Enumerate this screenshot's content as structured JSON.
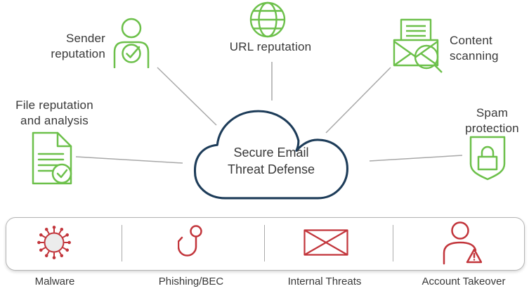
{
  "colors": {
    "green": "#6cc04a",
    "red": "#c2353b",
    "navy": "#1d3c59",
    "line_gray": "#a8a8a8",
    "text": "#383838",
    "bar_border": "#b5b5b5",
    "divider": "#ababab",
    "virus_fill": "#ececec"
  },
  "cloud": {
    "title_line1": "Secure Email",
    "title_line2": "Threat Defense"
  },
  "features": [
    {
      "id": "sender-reputation",
      "label_line1": "Sender",
      "label_line2": "reputation",
      "icon": "person-check-icon"
    },
    {
      "id": "url-reputation",
      "label_line1": "URL reputation",
      "label_line2": "",
      "icon": "globe-icon"
    },
    {
      "id": "content-scanning",
      "label_line1": "Content",
      "label_line2": "scanning",
      "icon": "email-scan-icon"
    },
    {
      "id": "file-reputation",
      "label_line1": "File reputation",
      "label_line2": "and analysis",
      "icon": "document-check-icon"
    },
    {
      "id": "spam-protection",
      "label_line1": "Spam",
      "label_line2": "protection",
      "icon": "shield-lock-icon"
    }
  ],
  "threats": [
    {
      "label": "Malware",
      "icon": "virus-icon"
    },
    {
      "label": "Phishing/BEC",
      "icon": "fishhook-icon"
    },
    {
      "label": "Internal Threats",
      "icon": "envelope-icon"
    },
    {
      "label": "Account Takeover",
      "icon": "person-alert-icon"
    }
  ]
}
